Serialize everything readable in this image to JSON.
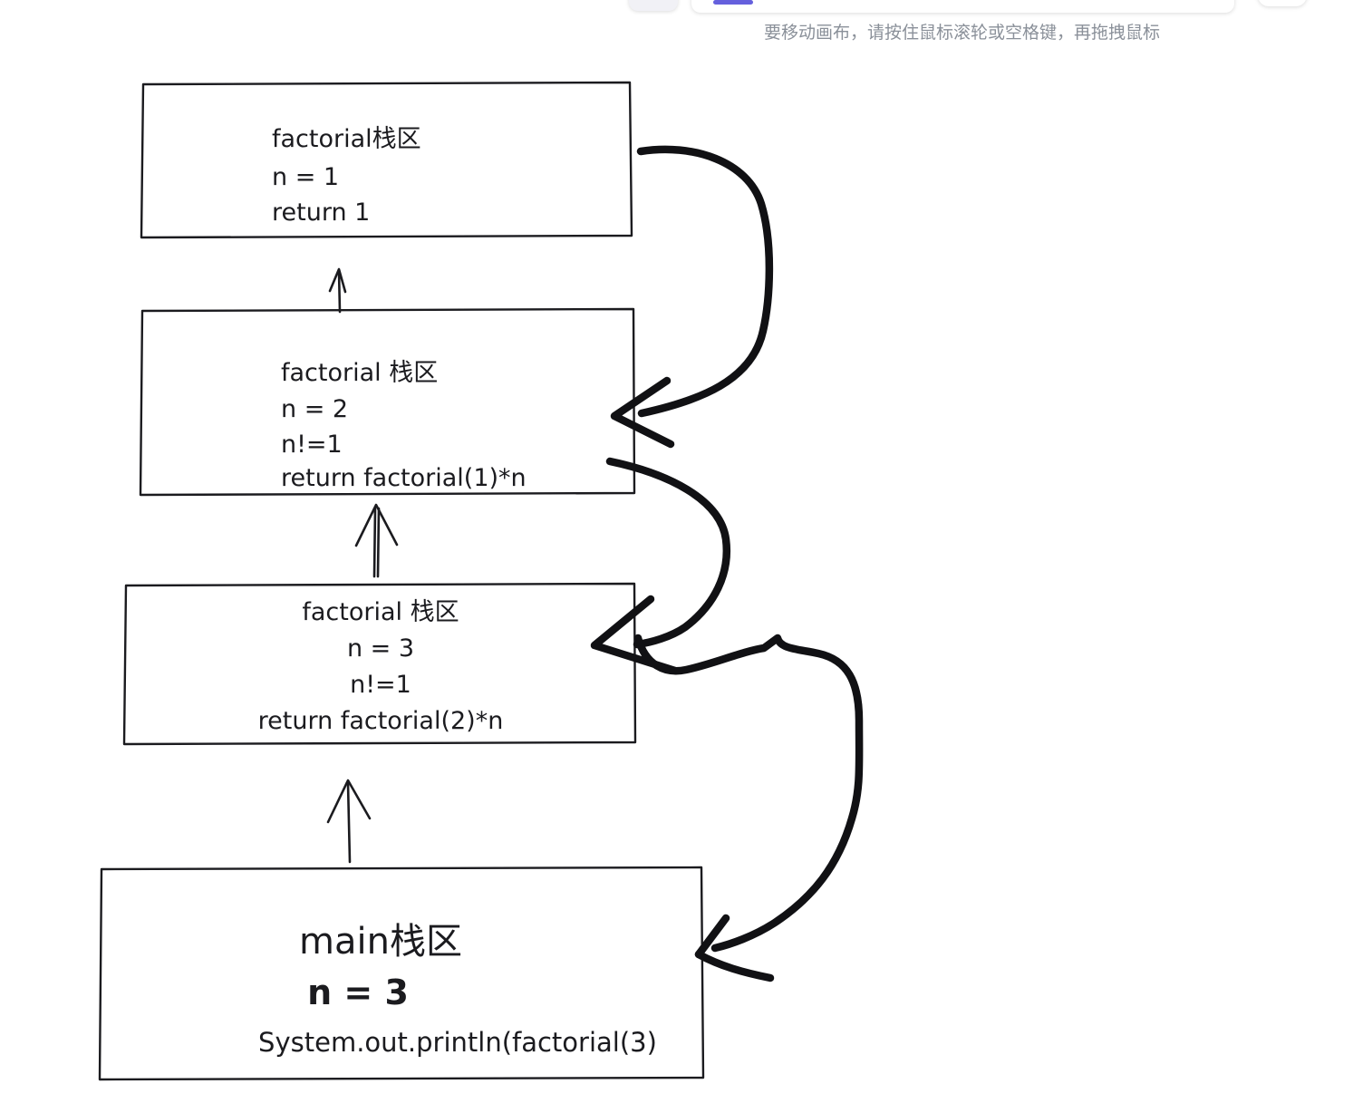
{
  "app": {
    "hint": "要移动画布，请按住鼠标滚轮或空格键，再拖拽鼠标"
  },
  "colors": {
    "ink": "#1b1b1f",
    "accent": "#6560dd",
    "hint_text": "#8a9099",
    "toolbar_bg": "#ffffff"
  },
  "canvas": {
    "boxes": [
      {
        "id": "factorial-frame-n1",
        "lines": [
          "factorial栈区",
          "n = 1",
          "return 1"
        ]
      },
      {
        "id": "factorial-frame-n2",
        "lines": [
          "factorial 栈区",
          "n = 2",
          "n!=1",
          "return factorial(1)*n"
        ]
      },
      {
        "id": "factorial-frame-n3",
        "lines": [
          "factorial 栈区",
          "n = 3",
          "n!=1",
          "return factorial(2)*n"
        ]
      },
      {
        "id": "main-frame",
        "lines": [
          "main栈区",
          "n = 3",
          "System.out.println(factorial(3)"
        ]
      }
    ]
  }
}
